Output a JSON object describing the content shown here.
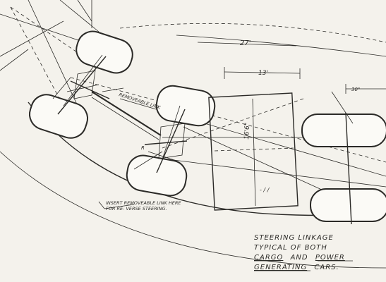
{
  "dimensions": {
    "overall": "27'",
    "chassis_width": "13'",
    "chassis_length": "16'6\"",
    "side_offset": "30\""
  },
  "notes": {
    "removable_link": "REMOVEABLE LINK",
    "insert_link": "INSERT REMOVEABLE LINK HERE FOR RE- VERSE STEERING."
  },
  "caption": {
    "line1": "STEERING LINKAGE",
    "line2": "TYPICAL OF BOTH",
    "line3_a": "CARGO",
    "line3_b": "AND",
    "line3_c": "POWER",
    "line4_a": "GENERATING",
    "line4_b": "CARS."
  },
  "small_marks": {
    "rear_axle_mark": "R",
    "chassis_marks": "- / /"
  }
}
